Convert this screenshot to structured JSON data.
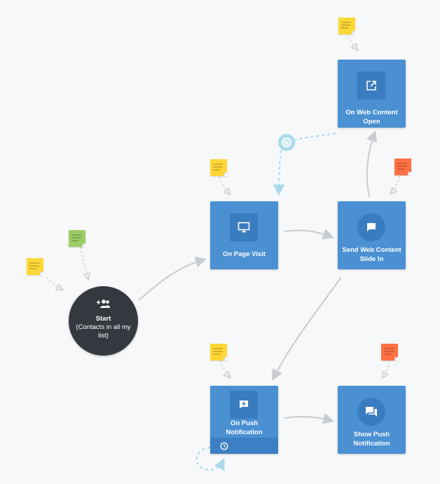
{
  "start": {
    "title": "Start",
    "subtitle": "(Contacts in all my list)",
    "icon": "group-add-icon"
  },
  "nodes": {
    "on_page_visit": {
      "label": "On Page Visit",
      "icon": "monitor-icon"
    },
    "send_web_content": {
      "label": "Send Web Content Slide In",
      "icon": "chat-bubble-icon"
    },
    "on_web_content_open": {
      "label": "On Web Content Open",
      "icon": "open-in-new-icon"
    },
    "on_push_subscribed": {
      "label": "On Push Notification Subscribed",
      "icon": "add-comment-icon",
      "footer_icon": "clock-icon"
    },
    "show_push": {
      "label": "Show Push Notification",
      "icon": "forum-icon"
    }
  },
  "notes": [
    {
      "id": "note-top",
      "color": "#fdd835"
    },
    {
      "id": "note-page-visit",
      "color": "#fdd835"
    },
    {
      "id": "note-web-content",
      "color": "#ff7043"
    },
    {
      "id": "note-start-green",
      "color": "#9ccc65"
    },
    {
      "id": "note-start-yellow",
      "color": "#fdd835"
    },
    {
      "id": "note-push-subscribed",
      "color": "#fdd835"
    },
    {
      "id": "note-show-push",
      "color": "#ff7043"
    }
  ],
  "colors": {
    "node": "#4a90d2",
    "node_dark": "#3a7cc0",
    "start": "#34393f",
    "connector": "#c8ccd0",
    "timer_connector": "#a9d8ea",
    "background": "#f6f8fa"
  }
}
